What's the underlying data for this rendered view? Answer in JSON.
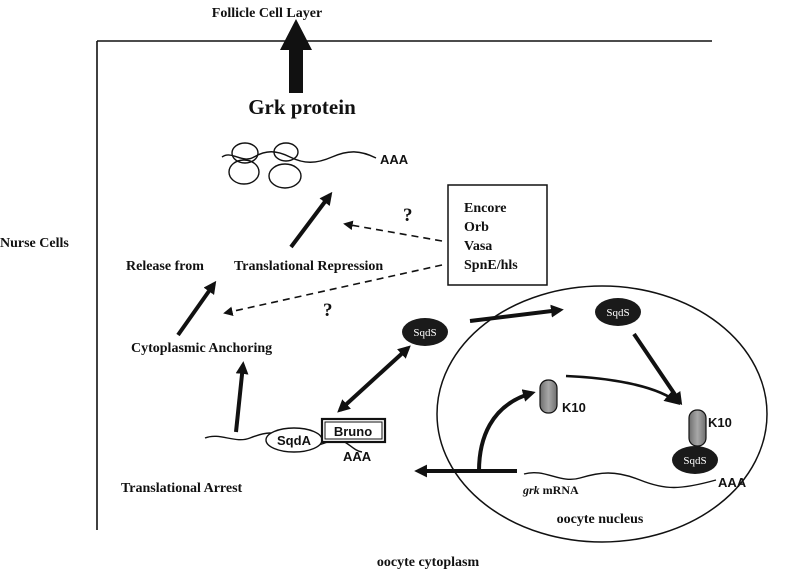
{
  "labels": {
    "follicle_cell_layer": "Follicle Cell Layer",
    "grk_protein": "Grk protein",
    "nurse_cells": "Nurse Cells",
    "release_from": "Release from",
    "translational_repression": "Translational Repression",
    "cytoplasmic_anchoring": "Cytoplasmic Anchoring",
    "translational_arrest": "Translational Arrest",
    "oocyte_cytoplasm": "oocyte cytoplasm",
    "oocyte_nucleus": "oocyte nucleus",
    "grk": "grk",
    "mrna": " mRNA",
    "aaa": "AAA",
    "question": "?",
    "sqdA": "SqdA",
    "bruno": "Bruno",
    "sqdS": "SqdS",
    "k10": "K10"
  },
  "factor_box": {
    "items": [
      "Encore",
      "Orb",
      "Vasa",
      "SpnE/hls"
    ]
  },
  "colors": {
    "ink": "#111111",
    "pill_fill": "#1a1a1a",
    "k10_fill": "#8c8c8c"
  }
}
